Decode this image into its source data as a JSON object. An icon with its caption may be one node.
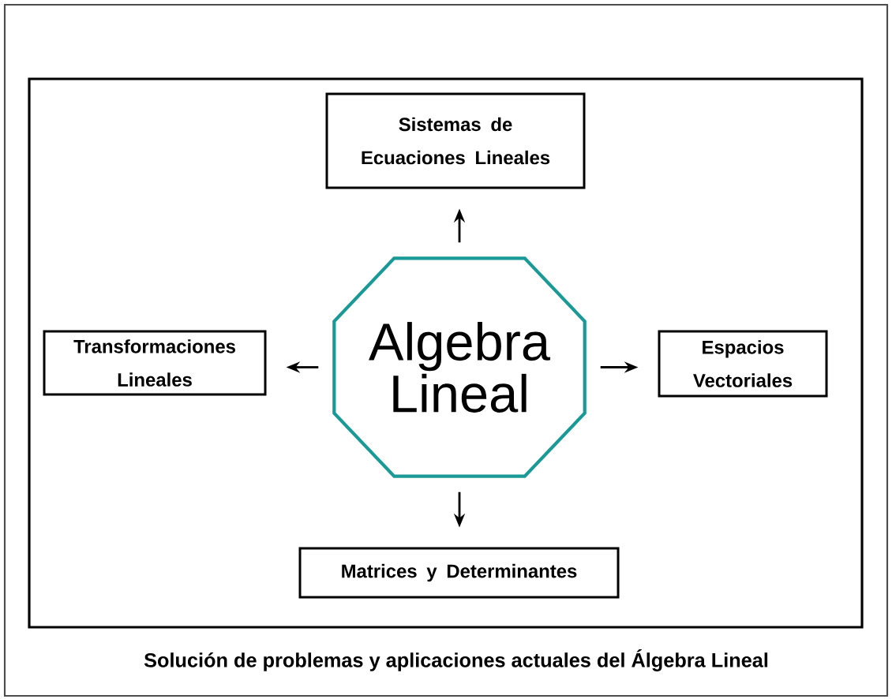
{
  "diagram": {
    "caption": "Solución de problemas y aplicaciones actuales del Álgebra Lineal",
    "nodes": [
      {
        "text": [],
        "shape": "box"
      },
      {
        "text": [
          "Sistemas de Ecuaciones Lineales"
        ],
        "in": 0
      },
      {
        "text": [
          "Transformaciones Lineales"
        ],
        "in": 0
      },
      {
        "text": [
          "Algebra Lineal"
        ],
        "in": 0
      },
      {
        "text": [
          "Espacios Vectoriales"
        ],
        "in": 0
      },
      {
        "text": [
          "Matrices y Determinantes"
        ],
        "in": 0
      }
    ],
    "edges": [
      {
        "from": 3,
        "to": 1,
        "arrow": "to"
      },
      {
        "from": 3,
        "to": 2,
        "arrow": "to"
      },
      {
        "from": 3,
        "to": 4,
        "arrow": "to"
      },
      {
        "from": 3,
        "to": 5,
        "arrow": "to"
      }
    ]
  }
}
